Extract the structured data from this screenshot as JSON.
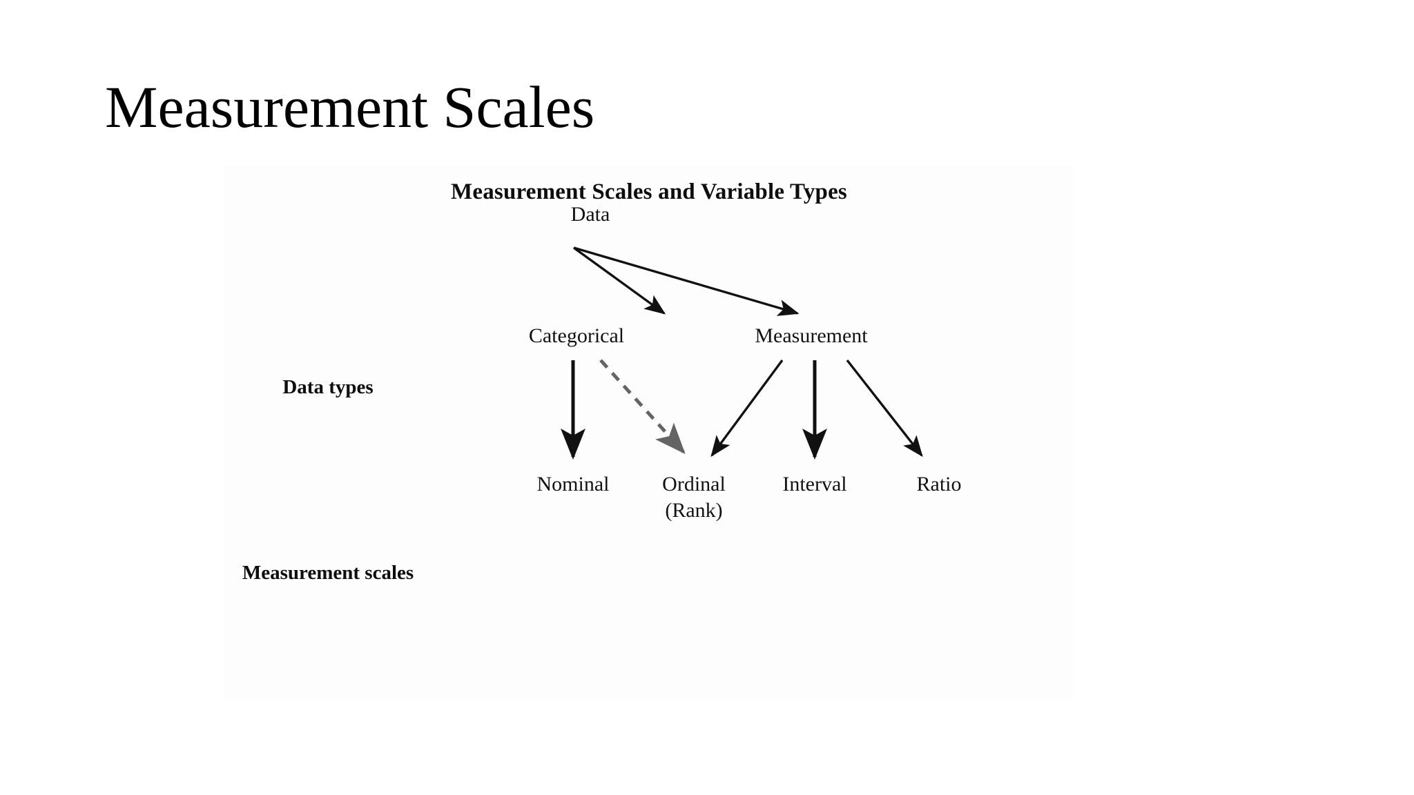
{
  "slide": {
    "title": "Measurement Scales",
    "background_color": "#ffffff",
    "text_color": "#000000"
  },
  "figure": {
    "caption": "Measurement Scales and Variable Types",
    "background_color": "#fdfdfd",
    "row_labels": [
      {
        "id": "data-types",
        "text": "Data\ntypes"
      },
      {
        "id": "measurement-scales",
        "text": "Measurement\nscales"
      }
    ],
    "nodes": [
      {
        "id": "data",
        "label": "Data"
      },
      {
        "id": "categorical",
        "label": "Categorical"
      },
      {
        "id": "measurement",
        "label": "Measurement"
      },
      {
        "id": "nominal",
        "label": "Nominal"
      },
      {
        "id": "ordinal",
        "label": "Ordinal\n(Rank)"
      },
      {
        "id": "interval",
        "label": "Interval"
      },
      {
        "id": "ratio",
        "label": "Ratio"
      }
    ],
    "edges": [
      {
        "from": "data",
        "to": "categorical",
        "style": "solid",
        "color": "#111111"
      },
      {
        "from": "data",
        "to": "measurement",
        "style": "solid",
        "color": "#111111"
      },
      {
        "from": "categorical",
        "to": "nominal",
        "style": "solid",
        "color": "#111111"
      },
      {
        "from": "categorical",
        "to": "ordinal",
        "style": "dashed",
        "color": "#646464"
      },
      {
        "from": "measurement",
        "to": "ordinal",
        "style": "solid",
        "color": "#111111"
      },
      {
        "from": "measurement",
        "to": "interval",
        "style": "solid",
        "color": "#111111"
      },
      {
        "from": "measurement",
        "to": "ratio",
        "style": "solid",
        "color": "#111111"
      }
    ],
    "edge_colors": {
      "solid": "#111111",
      "dashed": "#646464"
    }
  }
}
